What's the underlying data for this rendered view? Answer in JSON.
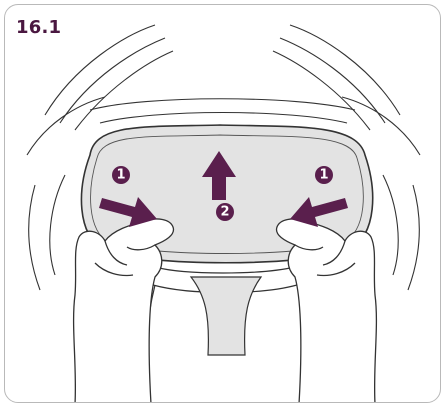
{
  "step": {
    "label": "16.1"
  },
  "badges": {
    "left": "1",
    "center": "2",
    "right": "1"
  },
  "colors": {
    "accent": "#5a1f4d",
    "part_fill": "#e3e3e3",
    "line": "#333333",
    "frame_border": "#b9b9b9"
  },
  "icons": {
    "left_arrow": "arrow-right-down-icon",
    "center_arrow": "arrow-up-icon",
    "right_arrow": "arrow-left-down-icon"
  }
}
